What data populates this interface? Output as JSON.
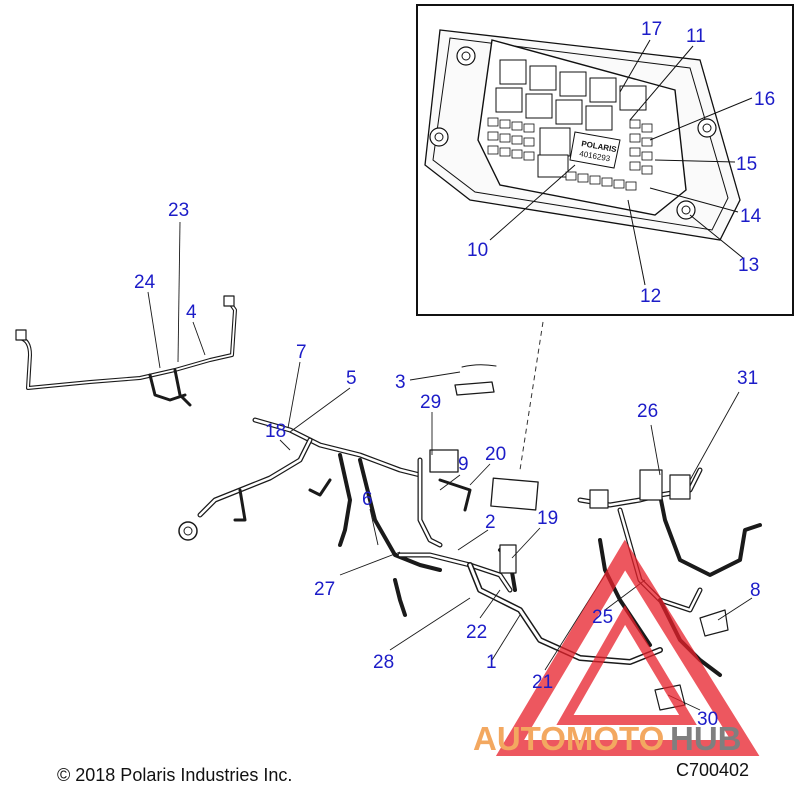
{
  "diagram": {
    "callouts": [
      "17",
      "11",
      "16",
      "15",
      "14",
      "13",
      "10",
      "12",
      "23",
      "24",
      "4",
      "7",
      "5",
      "3",
      "29",
      "31",
      "26",
      "18",
      "20",
      "9",
      "6",
      "2",
      "19",
      "8",
      "27",
      "25",
      "22",
      "28",
      "1",
      "21",
      "30"
    ]
  },
  "footer": {
    "copyright": "© 2018 Polaris Industries Inc.",
    "drawing_code": "C700402"
  },
  "fuse_box_label": {
    "brand": "POLARIS",
    "part_number": "4016293"
  },
  "watermark": {
    "word_part1": "AUTOMOTO",
    "word_part2": "HUB",
    "color_primary": "#f08c2c",
    "color_secondary": "#555555",
    "triangle_color": "#e8202a"
  },
  "colors": {
    "callout_text": "#1c1cc8",
    "line_art": "#1a1a1a"
  }
}
